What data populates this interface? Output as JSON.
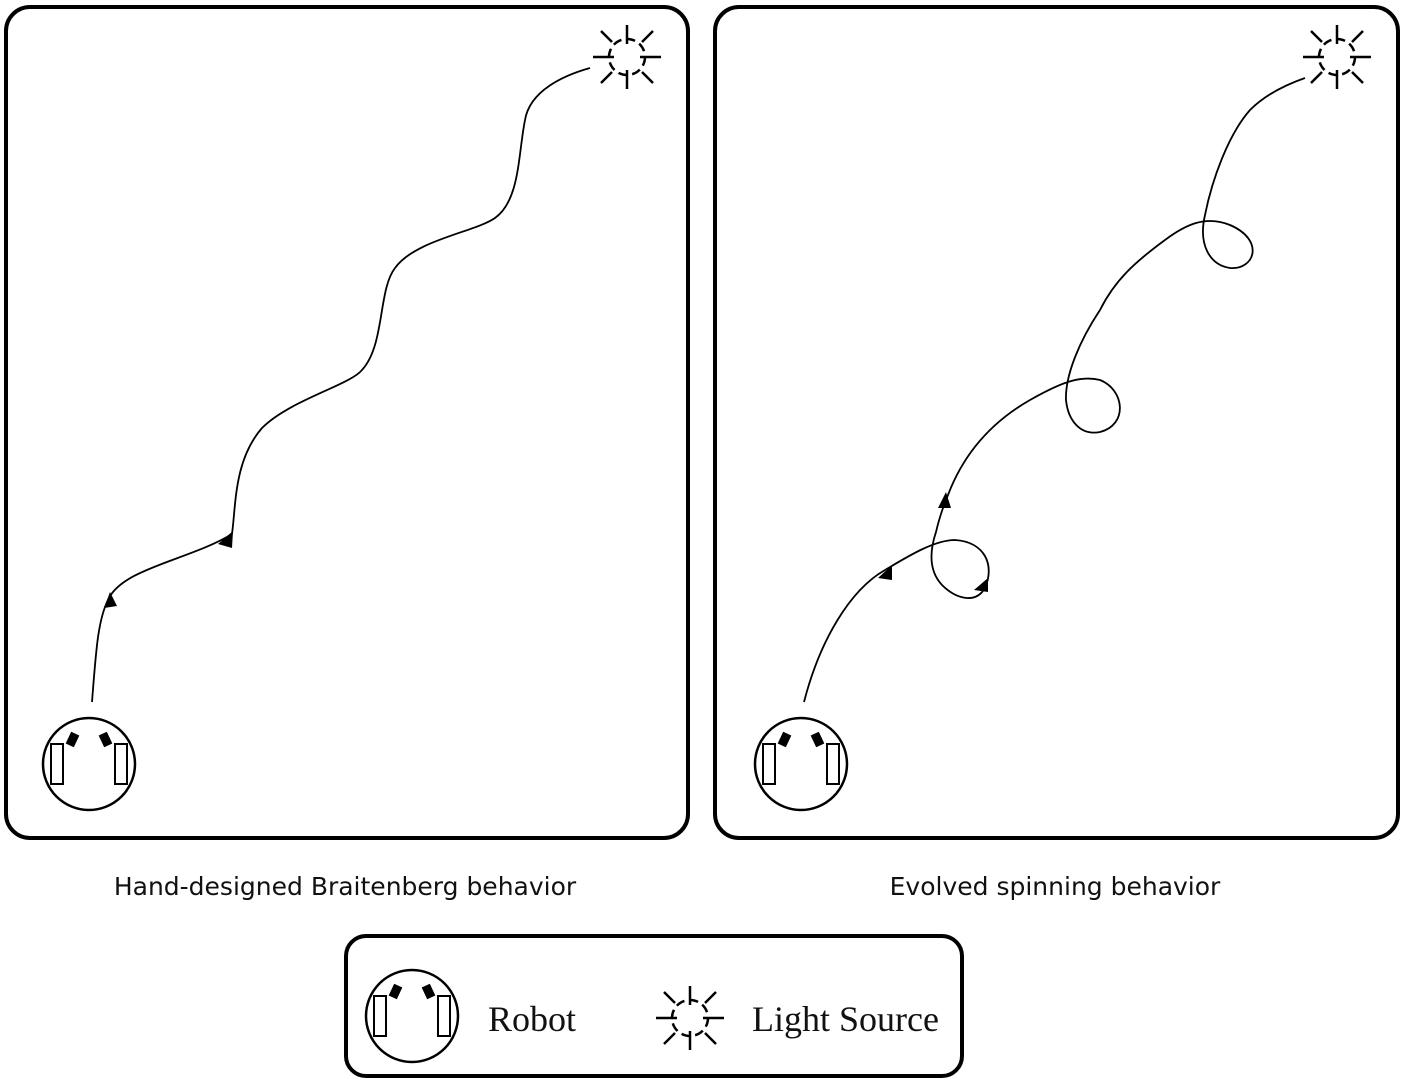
{
  "panels": [
    {
      "id": "braitenberg",
      "caption": "Hand-designed Braitenberg behavior"
    },
    {
      "id": "spinning",
      "caption": "Evolved spinning behavior"
    }
  ],
  "legend": {
    "robot_label": "Robot",
    "light_label": "Light Source"
  },
  "colors": {
    "stroke": "#000000",
    "background": "#ffffff"
  },
  "icons": {
    "robot": "robot-icon",
    "light": "light-source-icon",
    "arrow": "direction-arrow-icon"
  }
}
